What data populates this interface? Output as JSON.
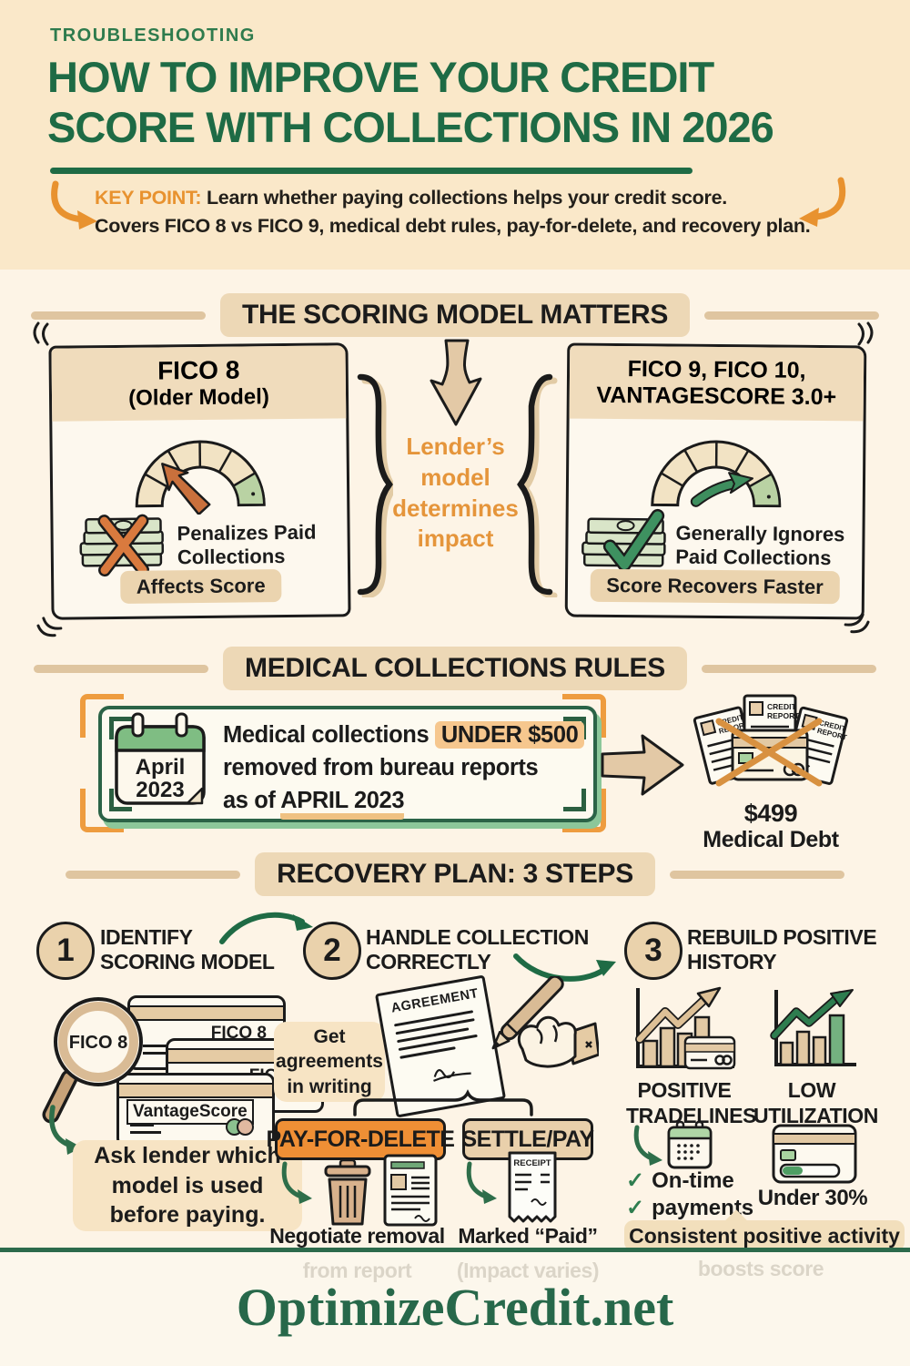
{
  "colors": {
    "header_band": "#FAE8C9",
    "body_bg": "#FDF4E6",
    "green_dark": "#1E6B45",
    "orange_accent": "#E8922F",
    "tan_highlight": "#EDD8B6",
    "card_bg": "#FDF8EE",
    "badge_orange": "#EF8F35",
    "gauge_green": "#B9D2A3",
    "footer_green": "#27684A"
  },
  "icons": {
    "check": "✓"
  },
  "header": {
    "eyebrow": "TROUBLESHOOTING",
    "title1": "HOW TO IMPROVE YOUR CREDIT",
    "title2": "SCORE WITH COLLECTIONS IN 2026",
    "key_label": "KEY POINT:",
    "key_line1": "Learn whether paying collections helps your credit score.",
    "key_line2": "Covers FICO 8 vs FICO 9, medical debt rules, pay-for-delete, and recovery plan."
  },
  "scoring": {
    "heading": "THE SCORING MODEL MATTERS",
    "left": {
      "title": "FICO 8",
      "subtitle": "(Older Model)",
      "point1": "Penalizes Paid",
      "point2": "Collections",
      "badge": "Affects Score"
    },
    "center": {
      "l1": "Lender’s",
      "l2": "model",
      "l3": "determines",
      "l4": "impact"
    },
    "right": {
      "title1": "FICO 9, FICO 10,",
      "title2": "VANTAGESCORE 3.0+",
      "point1": "Generally Ignores",
      "point2": "Paid Collections",
      "badge": "Score Recovers Faster"
    }
  },
  "medical": {
    "heading": "MEDICAL COLLECTIONS RULES",
    "cal_month": "April",
    "cal_year": "2023",
    "rule_pre": "Medical collections ",
    "rule_hl": "UNDER $500",
    "rule_l2": "removed from bureau reports",
    "rule_l3pre": "as of ",
    "rule_l3em": "APRIL 2023",
    "doc_l1": "CREDIT",
    "doc_l2": "REPORT",
    "amount": "$499",
    "amount_label": "Medical Debt"
  },
  "recovery": {
    "heading": "RECOVERY PLAN: 3 STEPS",
    "steps": [
      {
        "num": "1",
        "t1": "IDENTIFY",
        "t2": "SCORING MODEL"
      },
      {
        "num": "2",
        "t1": "HANDLE COLLECTION",
        "t2": "CORRECTLY"
      },
      {
        "num": "3",
        "t1": "REBUILD POSITIVE",
        "t2": "HISTORY"
      }
    ],
    "s1": {
      "mag": "FICO 8",
      "card1": "FICO 8",
      "card2": "FICO 9",
      "card3": "VantageScore",
      "a1": "Ask lender which",
      "a2": "model is used",
      "a3": "before paying."
    },
    "s2": {
      "n1": "Get",
      "n2": "agreements",
      "n3": "in writing",
      "doc": "AGREEMENT",
      "opt_a": "PAY-FOR-DELETE",
      "opt_b": "SETTLE/PAY",
      "receipt": "RECEIPT",
      "capA1": "Negotiate removal",
      "capA2": "from report",
      "capB1": "Marked “Paid”",
      "capB2": "(Impact varies)"
    },
    "s3": {
      "la1": "POSITIVE",
      "la2": "TRADELINES",
      "lb1": "LOW",
      "lb2": "UTILIZATION",
      "c1": "On-time",
      "c2": "payments",
      "util": "Under 30%",
      "cap1": "Consistent positive activity",
      "cap2": "boosts score"
    }
  },
  "footer": {
    "brand": "OptimizeCredit.net"
  }
}
